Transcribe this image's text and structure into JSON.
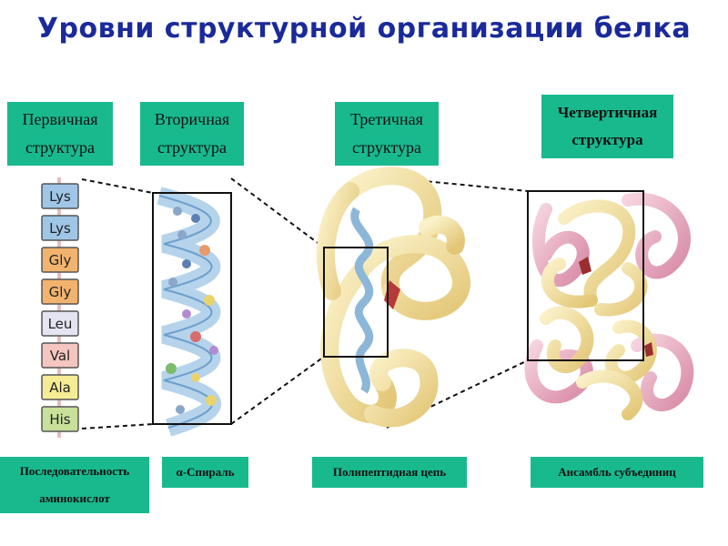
{
  "title": "Уровни структурной организации белка",
  "levels": {
    "primary": {
      "line1": "Первичная",
      "line2": "структура",
      "caption1": "Последовательность",
      "caption2": "аминокислот"
    },
    "secondary": {
      "line1": "Вторичная",
      "line2": "структура",
      "caption": "α-Спираль"
    },
    "tertiary": {
      "line1": "Третичная",
      "line2": "структура",
      "caption": "Полипептидная цепь"
    },
    "quaternary": {
      "line1": "Четвертичная",
      "line2": "структура",
      "caption": "Ансамбль субъединиц"
    }
  },
  "amino_acids": [
    {
      "name": "Lys",
      "color": "#9fc6e6"
    },
    {
      "name": "Lys",
      "color": "#9fc6e6"
    },
    {
      "name": "Gly",
      "color": "#f2b36f"
    },
    {
      "name": "Gly",
      "color": "#f2b36f"
    },
    {
      "name": "Leu",
      "color": "#e4e4f2"
    },
    {
      "name": "Val",
      "color": "#f5c6c0"
    },
    {
      "name": "Ala",
      "color": "#f6ec96"
    },
    {
      "name": "His",
      "color": "#c8e09a"
    }
  ],
  "colors": {
    "title": "#1a2a9a",
    "label_bg": "#19b98e",
    "helix": "#9cc4e4",
    "chain": "#f1dc95",
    "subunit_b": "#e6a6bd"
  }
}
